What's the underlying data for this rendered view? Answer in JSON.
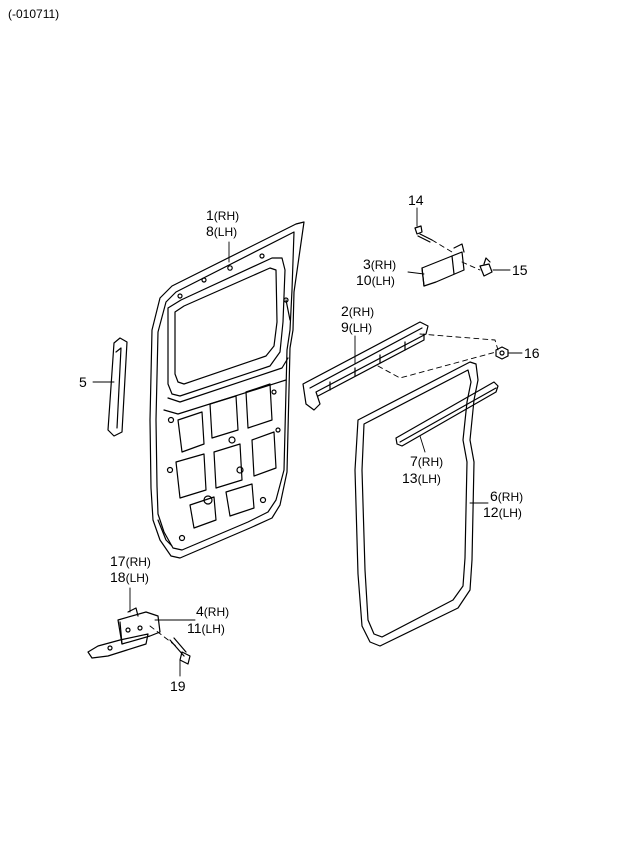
{
  "header": {
    "code": "(-010711)"
  },
  "callouts": [
    {
      "id": "c1",
      "num": "1",
      "side": "(RH)"
    },
    {
      "id": "c8",
      "num": "8",
      "side": "(LH)"
    },
    {
      "id": "c14",
      "num": "14",
      "side": ""
    },
    {
      "id": "c3",
      "num": "3",
      "side": "(RH)"
    },
    {
      "id": "c10",
      "num": "10",
      "side": "(LH)"
    },
    {
      "id": "c15",
      "num": "15",
      "side": ""
    },
    {
      "id": "c2",
      "num": "2",
      "side": "(RH)"
    },
    {
      "id": "c9",
      "num": "9",
      "side": "(LH)"
    },
    {
      "id": "c16",
      "num": "16",
      "side": ""
    },
    {
      "id": "c5",
      "num": "5",
      "side": ""
    },
    {
      "id": "c7",
      "num": "7",
      "side": "(RH)"
    },
    {
      "id": "c13",
      "num": "13",
      "side": "(LH)"
    },
    {
      "id": "c6",
      "num": "6",
      "side": "(RH)"
    },
    {
      "id": "c12",
      "num": "12",
      "side": "(LH)"
    },
    {
      "id": "c17",
      "num": "17",
      "side": "(RH)"
    },
    {
      "id": "c18",
      "num": "18",
      "side": "(LH)"
    },
    {
      "id": "c4",
      "num": "4",
      "side": "(RH)"
    },
    {
      "id": "c11",
      "num": "11",
      "side": "(LH)"
    },
    {
      "id": "c19",
      "num": "19",
      "side": ""
    }
  ]
}
